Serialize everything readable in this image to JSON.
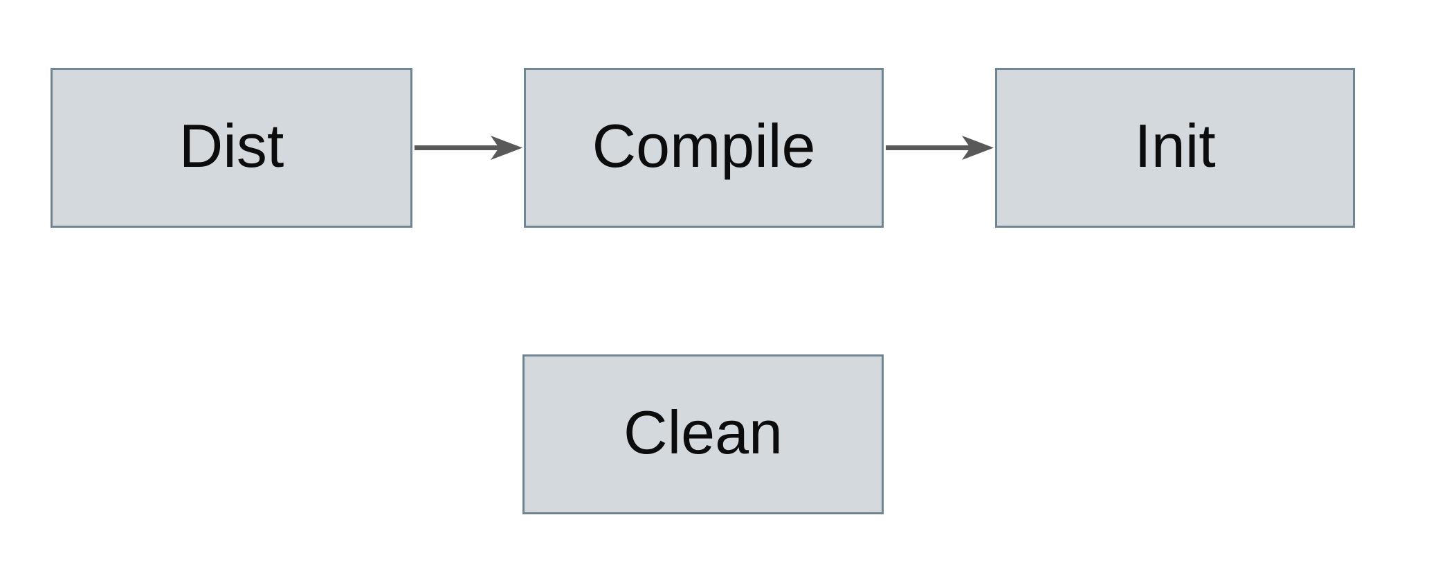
{
  "diagram": {
    "nodes": [
      {
        "id": "dist",
        "label": "Dist"
      },
      {
        "id": "compile",
        "label": "Compile"
      },
      {
        "id": "init",
        "label": "Init"
      },
      {
        "id": "clean",
        "label": "Clean"
      }
    ],
    "edges": [
      {
        "from": "dist",
        "to": "compile"
      },
      {
        "from": "compile",
        "to": "init"
      }
    ],
    "colors": {
      "background": "#ffffff",
      "node_fill": "#d3d9dc",
      "node_border": "#6f8591",
      "arrow": "#595959",
      "text": "#0c0c0c"
    }
  }
}
